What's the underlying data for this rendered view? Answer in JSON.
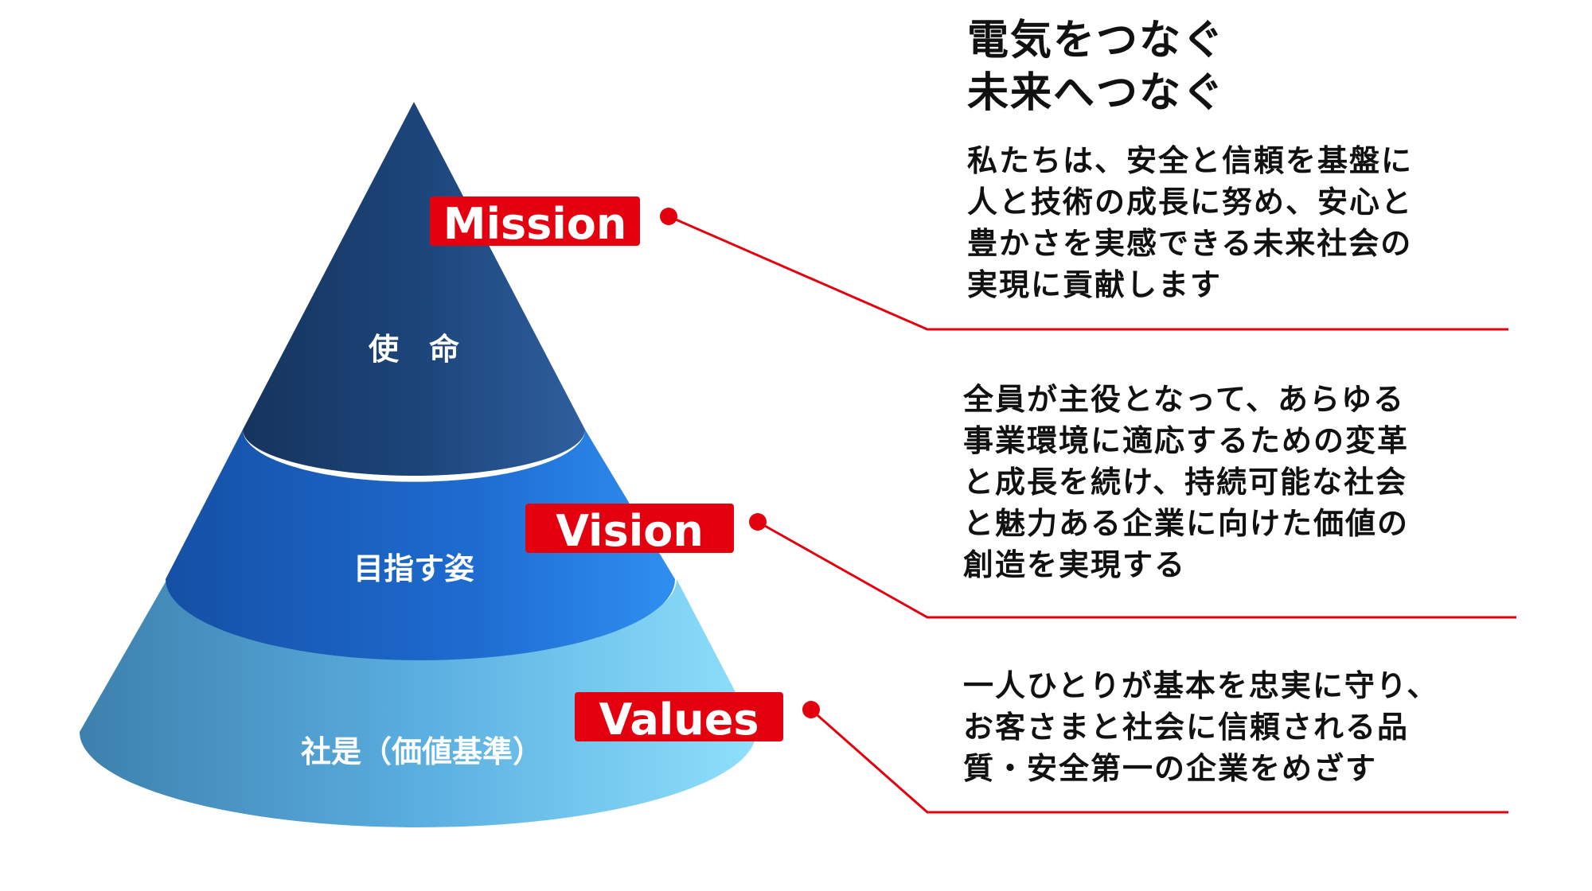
{
  "slogan": [
    "電気をつなぐ",
    "未来へつなぐ"
  ],
  "layers": [
    {
      "tag": "Mission",
      "label": "使　命",
      "text": [
        "私たちは、安全と信頼を基盤に",
        "人と技術の成長に努め、安心と",
        "豊かさを実感できる未来社会の",
        "実現に貢献します"
      ]
    },
    {
      "tag": "Vision",
      "label": "目指す姿",
      "text": [
        "全員が主役となって、あらゆる",
        "事業環境に適応するための変革",
        "と成長を続け、持続可能な社会",
        "と魅力ある企業に向けた価値の",
        "創造を実現する"
      ]
    },
    {
      "tag": "Values",
      "label": "社是（価値基準）",
      "text": [
        "一人ひとりが基本を忠実に守り、",
        "お客さまと社会に信頼される品",
        "質・安全第一の企業をめざす"
      ]
    }
  ],
  "colors": {
    "accent": "#e3000f",
    "mission_fill": "#1c4275",
    "vision_fill": "#1f69c6",
    "values_fill": "#5fb7e6"
  }
}
